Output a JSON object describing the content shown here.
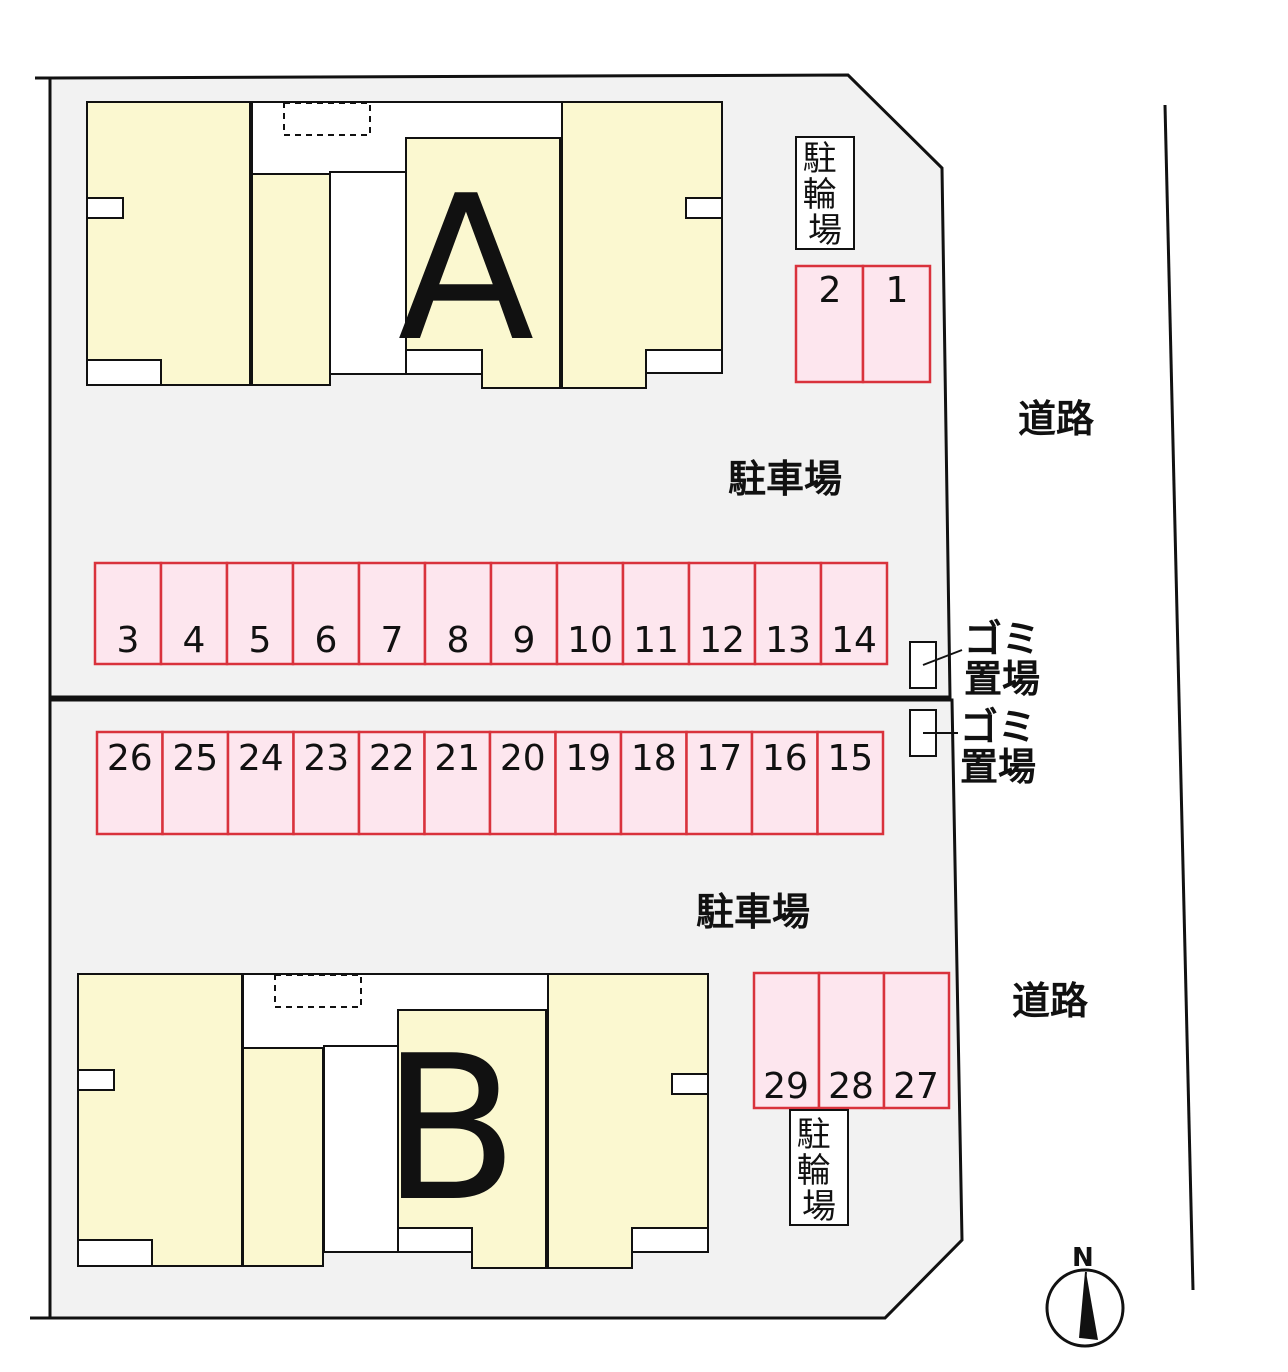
{
  "buildings": [
    {
      "id": "A",
      "label": "A"
    },
    {
      "id": "B",
      "label": "B"
    }
  ],
  "labels": {
    "parking": "駐車場",
    "road": "道路",
    "bicycle_parking": "駐輪場",
    "garbage_line1": "ゴミ",
    "garbage_line2": "置場",
    "north": "N"
  },
  "parking_spots": {
    "group_a_top": [
      "2",
      "1"
    ],
    "row_upper": [
      "3",
      "4",
      "5",
      "6",
      "7",
      "8",
      "9",
      "10",
      "11",
      "12",
      "13",
      "14"
    ],
    "row_lower": [
      "26",
      "25",
      "24",
      "23",
      "22",
      "21",
      "20",
      "19",
      "18",
      "17",
      "16",
      "15"
    ],
    "group_b": [
      "29",
      "28",
      "27"
    ]
  },
  "colors": {
    "lot": "#f2f2f2",
    "building": "#fbf8d0",
    "spot_fill": "#fde6ee",
    "spot_stroke": "#d9323c",
    "outline": "#111111"
  }
}
